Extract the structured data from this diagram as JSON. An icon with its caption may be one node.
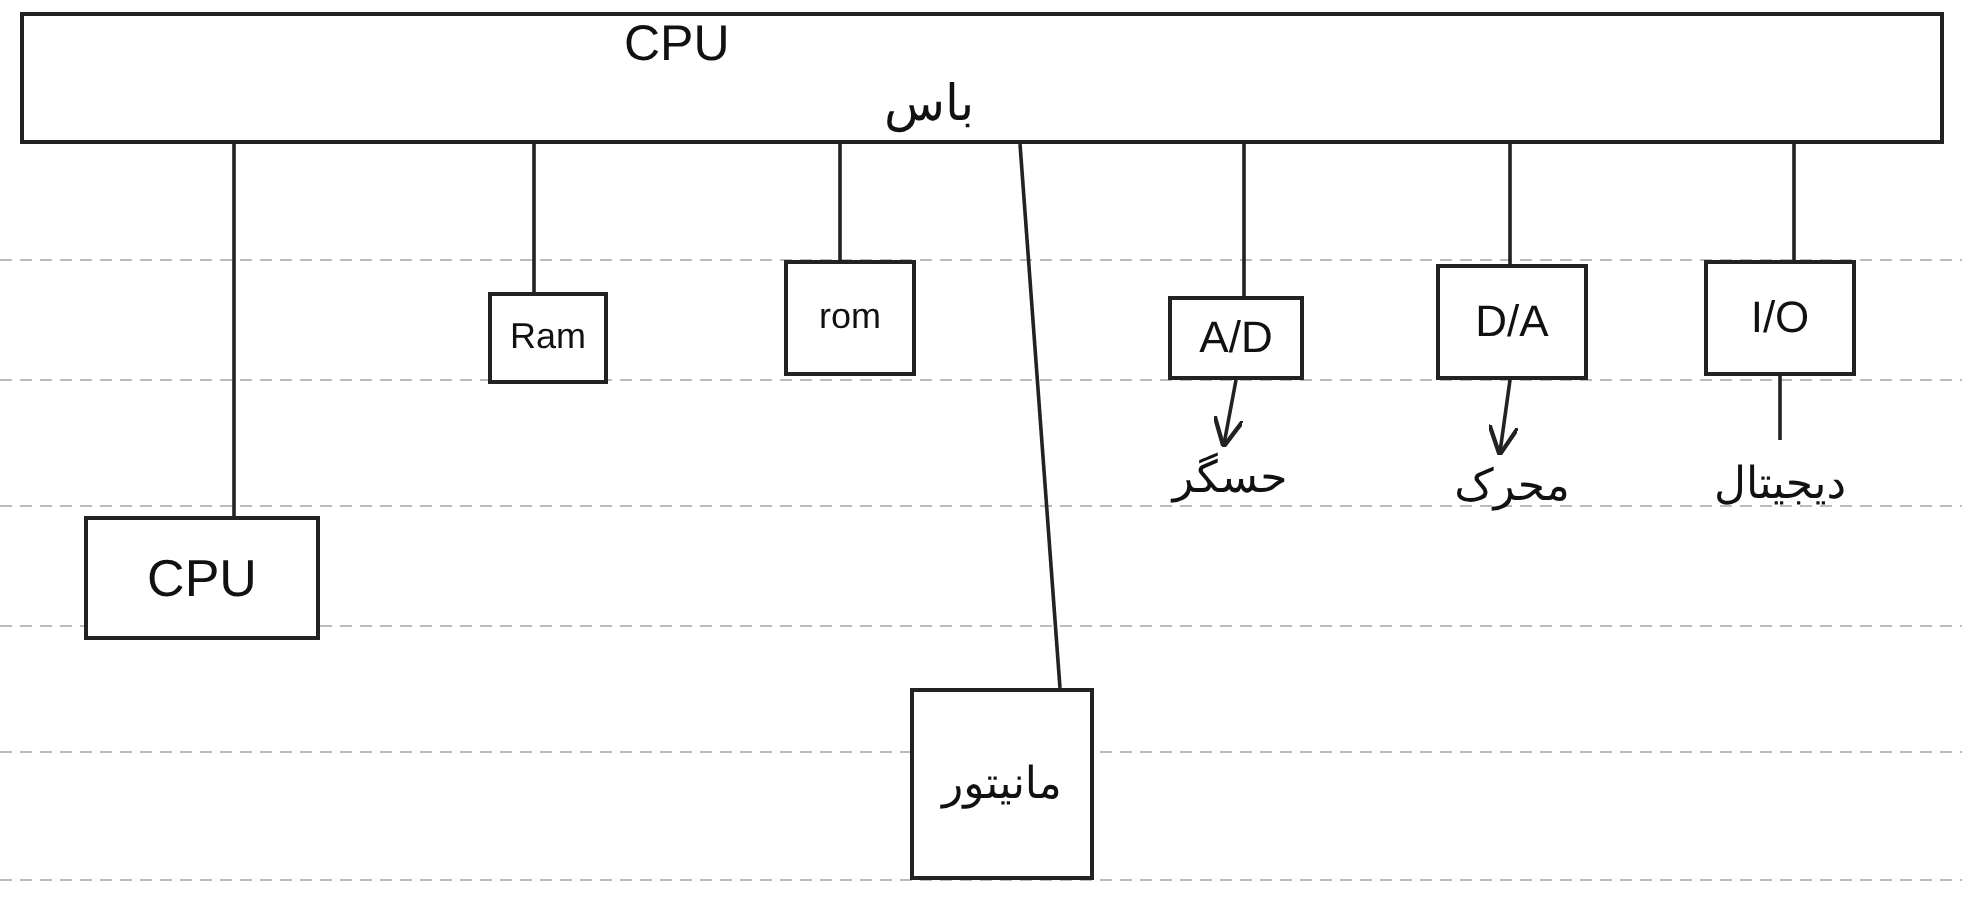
{
  "diagram": {
    "nodes": [
      {
        "text": [
          "CPU",
          "باس"
        ]
      },
      {
        "text": [
          "Ram"
        ]
      },
      {
        "text": [
          "rom"
        ]
      },
      {
        "text": [
          "A/D"
        ]
      },
      {
        "text": [
          "D/A"
        ]
      },
      {
        "text": [
          "I/O"
        ]
      },
      {
        "text": [
          "حسگر"
        ]
      },
      {
        "text": [
          "محرک"
        ]
      },
      {
        "text": [
          "دیجیتال"
        ]
      },
      {
        "text": [
          "CPU"
        ]
      },
      {
        "text": [
          "مانیتور"
        ]
      }
    ],
    "edges": [
      {
        "from": 0,
        "to": 9,
        "arrow": "none"
      },
      {
        "from": 0,
        "to": 1,
        "arrow": "none"
      },
      {
        "from": 0,
        "to": 2,
        "arrow": "none"
      },
      {
        "from": 0,
        "to": 10,
        "arrow": "none"
      },
      {
        "from": 0,
        "to": 3,
        "arrow": "none"
      },
      {
        "from": 0,
        "to": 4,
        "arrow": "none"
      },
      {
        "from": 0,
        "to": 5,
        "arrow": "none"
      },
      {
        "from": 3,
        "to": 6,
        "arrow": "to"
      },
      {
        "from": 4,
        "to": 7,
        "arrow": "to"
      },
      {
        "from": 5,
        "to": 8,
        "arrow": "none"
      }
    ]
  }
}
